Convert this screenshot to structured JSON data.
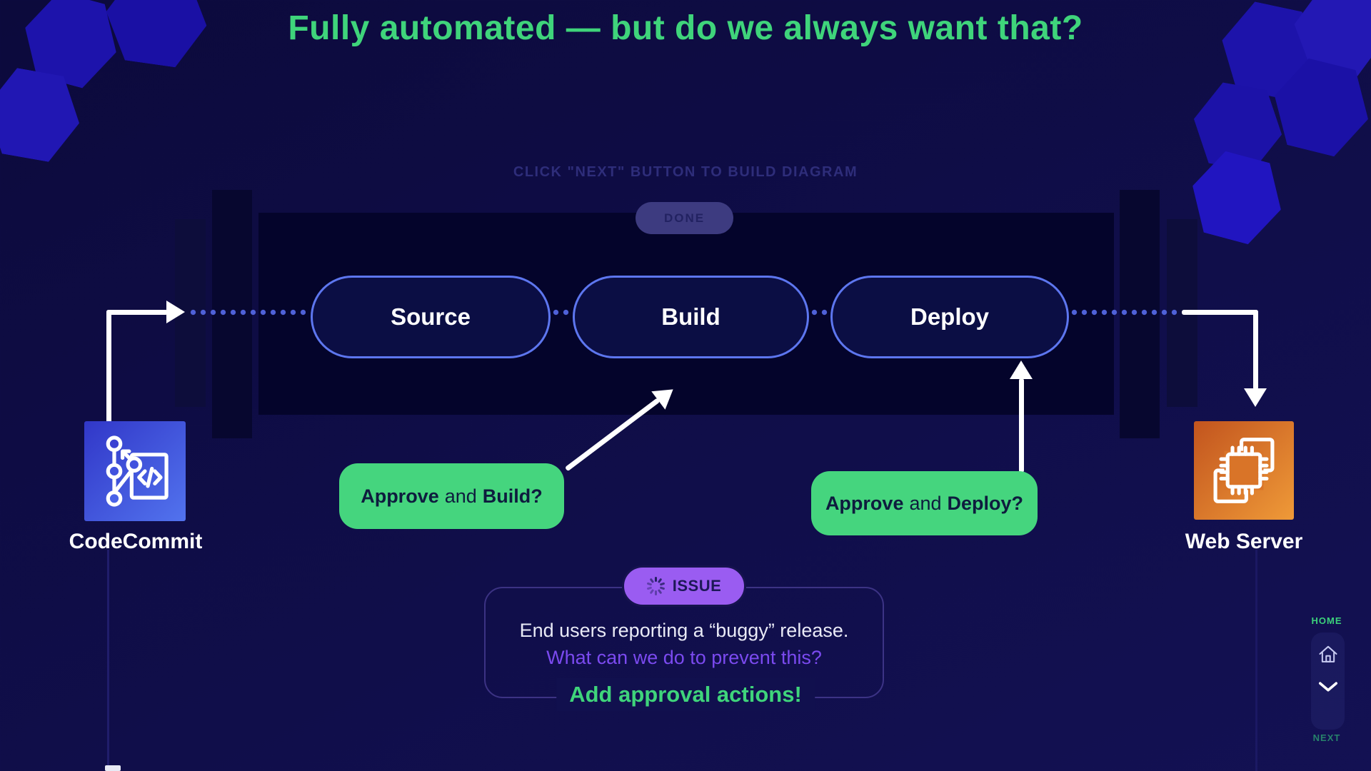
{
  "title": "Fully automated — but do we always want that?",
  "hint": "CLICK \"NEXT\" BUTTON TO BUILD DIAGRAM",
  "done_button": "DONE",
  "pipeline": {
    "stages": [
      {
        "label": "Source"
      },
      {
        "label": "Build"
      },
      {
        "label": "Deploy"
      }
    ]
  },
  "nodes": {
    "source_service": {
      "label": "CodeCommit",
      "icon": "codecommit-git-icon"
    },
    "target_service": {
      "label": "Web Server",
      "icon": "server-chip-icon"
    }
  },
  "approvals": [
    {
      "prefix": "Approve",
      "middle": "and",
      "suffix": "Build?"
    },
    {
      "prefix": "Approve",
      "middle": "and",
      "suffix": "Deploy?"
    }
  ],
  "issue": {
    "badge": "ISSUE",
    "line1": "End users reporting a “buggy” release.",
    "line2": "What can we do to prevent this?",
    "action": "Add approval actions!"
  },
  "nav": {
    "home": "HOME",
    "next": "NEXT"
  },
  "colors": {
    "accent_green": "#3fd47b",
    "issue_purple": "#9a5cf1",
    "stage_border": "#5d76ef",
    "approve_green": "#45d57e",
    "background": "#0f0d47"
  }
}
